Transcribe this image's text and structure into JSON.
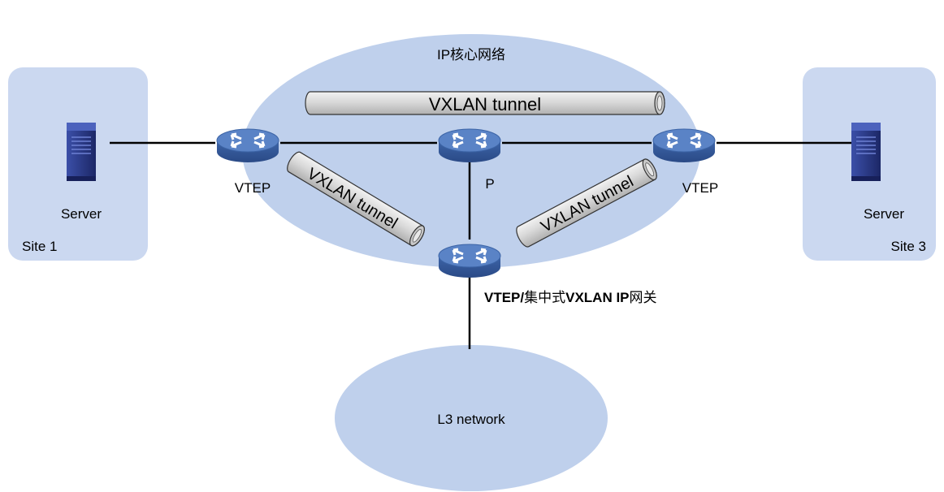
{
  "core_network_label": "IP核心网络",
  "l3_network_label": "L3 network",
  "sites": [
    {
      "name": "Site 1",
      "server_label": "Server"
    },
    {
      "name": "Site 3",
      "server_label": "Server"
    }
  ],
  "devices": {
    "left_vtep": "VTEP",
    "right_vtep": "VTEP",
    "core_p": "P",
    "gateway_bold_a": "VTEP/",
    "gateway_normal_a": "集中式",
    "gateway_bold_b": "VXLAN IP",
    "gateway_normal_b": "网关"
  },
  "tunnels": [
    {
      "label": "VXLAN tunnel"
    },
    {
      "label": "VXLAN tunnel"
    },
    {
      "label": "VXLAN tunnel"
    }
  ],
  "colors": {
    "cloud_fill": "#bfd0ec",
    "site_fill": "#cbd8f0",
    "tunnel_fill": "#d7d7d7",
    "device_fill": "#4a72b4",
    "server_fill": "#2a3a86"
  }
}
